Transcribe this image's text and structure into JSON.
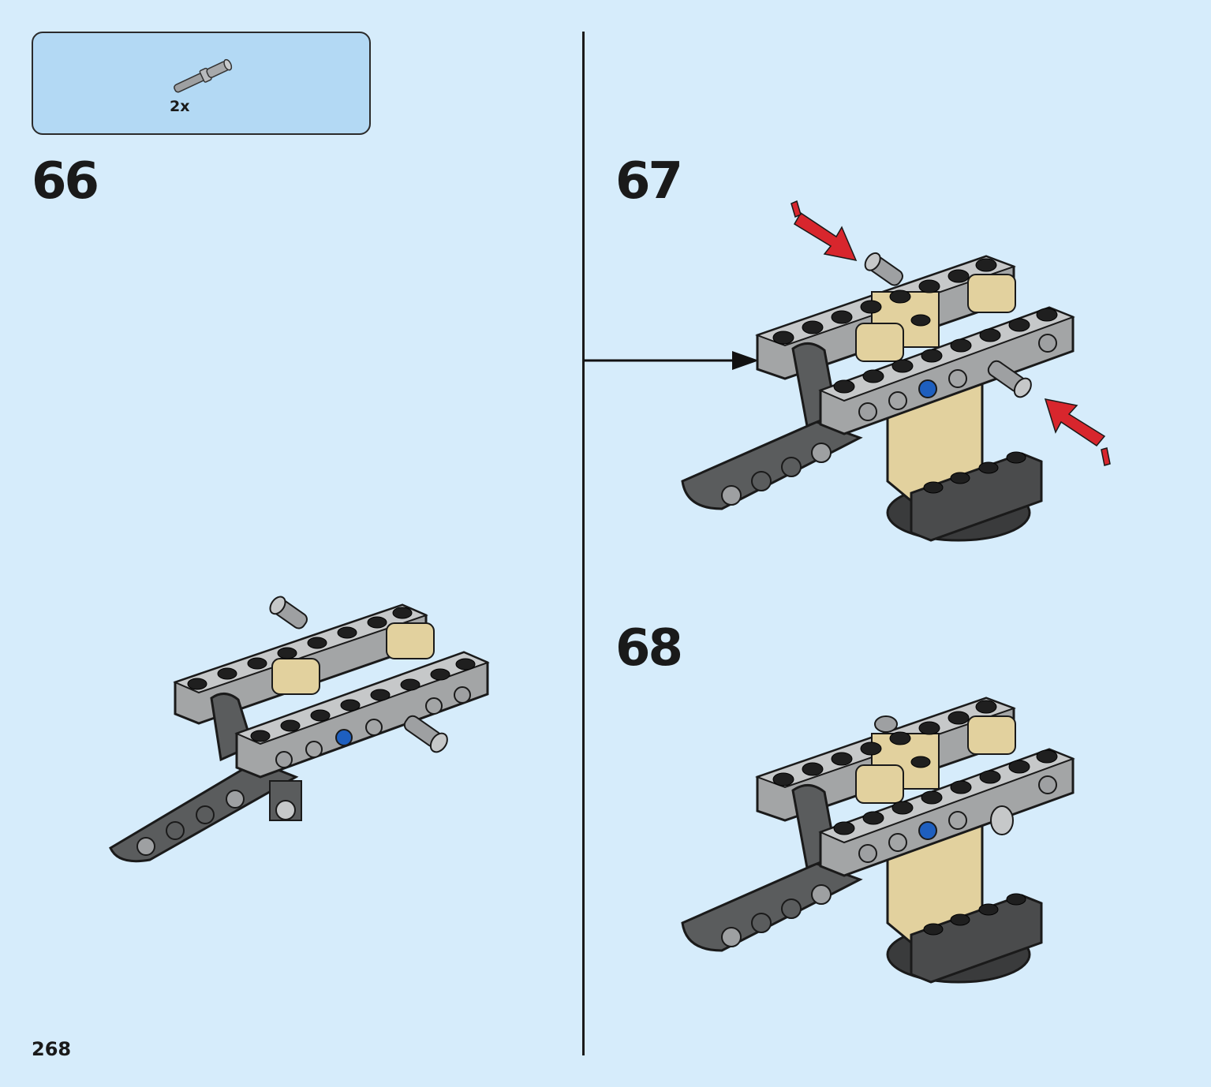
{
  "parts_callout": {
    "quantity": "2x",
    "part_icon": "technic-pin-icon"
  },
  "steps": [
    {
      "number": "66"
    },
    {
      "number": "67"
    },
    {
      "number": "68"
    }
  ],
  "page": {
    "number": "268"
  },
  "colors": {
    "background": "#d6ecfb",
    "callout_box": "#b3d9f4",
    "beam_gray": "#a3a5a6",
    "dark_gray": "#5a5c5d",
    "tan": "#e2d19e",
    "arrow_red": "#d8262d",
    "axle_blue": "#1e5fbf"
  }
}
